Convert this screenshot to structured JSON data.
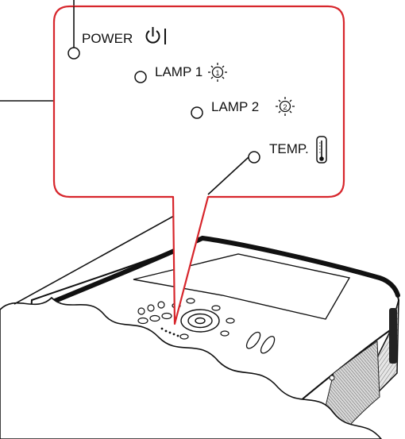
{
  "callout": {
    "border_color": "#d7262c",
    "indicators": [
      {
        "label": "POWER",
        "icon": "power-icon"
      },
      {
        "label": "LAMP 1",
        "icon": "lamp-1-icon",
        "icon_number": "1"
      },
      {
        "label": "LAMP 2",
        "icon": "lamp-2-icon",
        "icon_number": "2"
      },
      {
        "label": "TEMP.",
        "icon": "thermometer-icon"
      }
    ]
  },
  "device": {
    "name": "projector",
    "finish": "hatched-grey"
  }
}
